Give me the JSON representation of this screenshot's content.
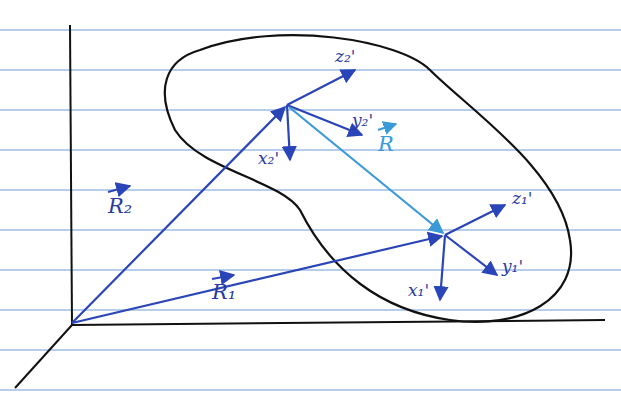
{
  "diagram": {
    "labels": [
      "z₂'",
      "y₂'",
      "x₂'",
      "R₂",
      "R",
      "z₁'",
      "y₁'",
      "x₁'",
      "R₁"
    ]
  }
}
